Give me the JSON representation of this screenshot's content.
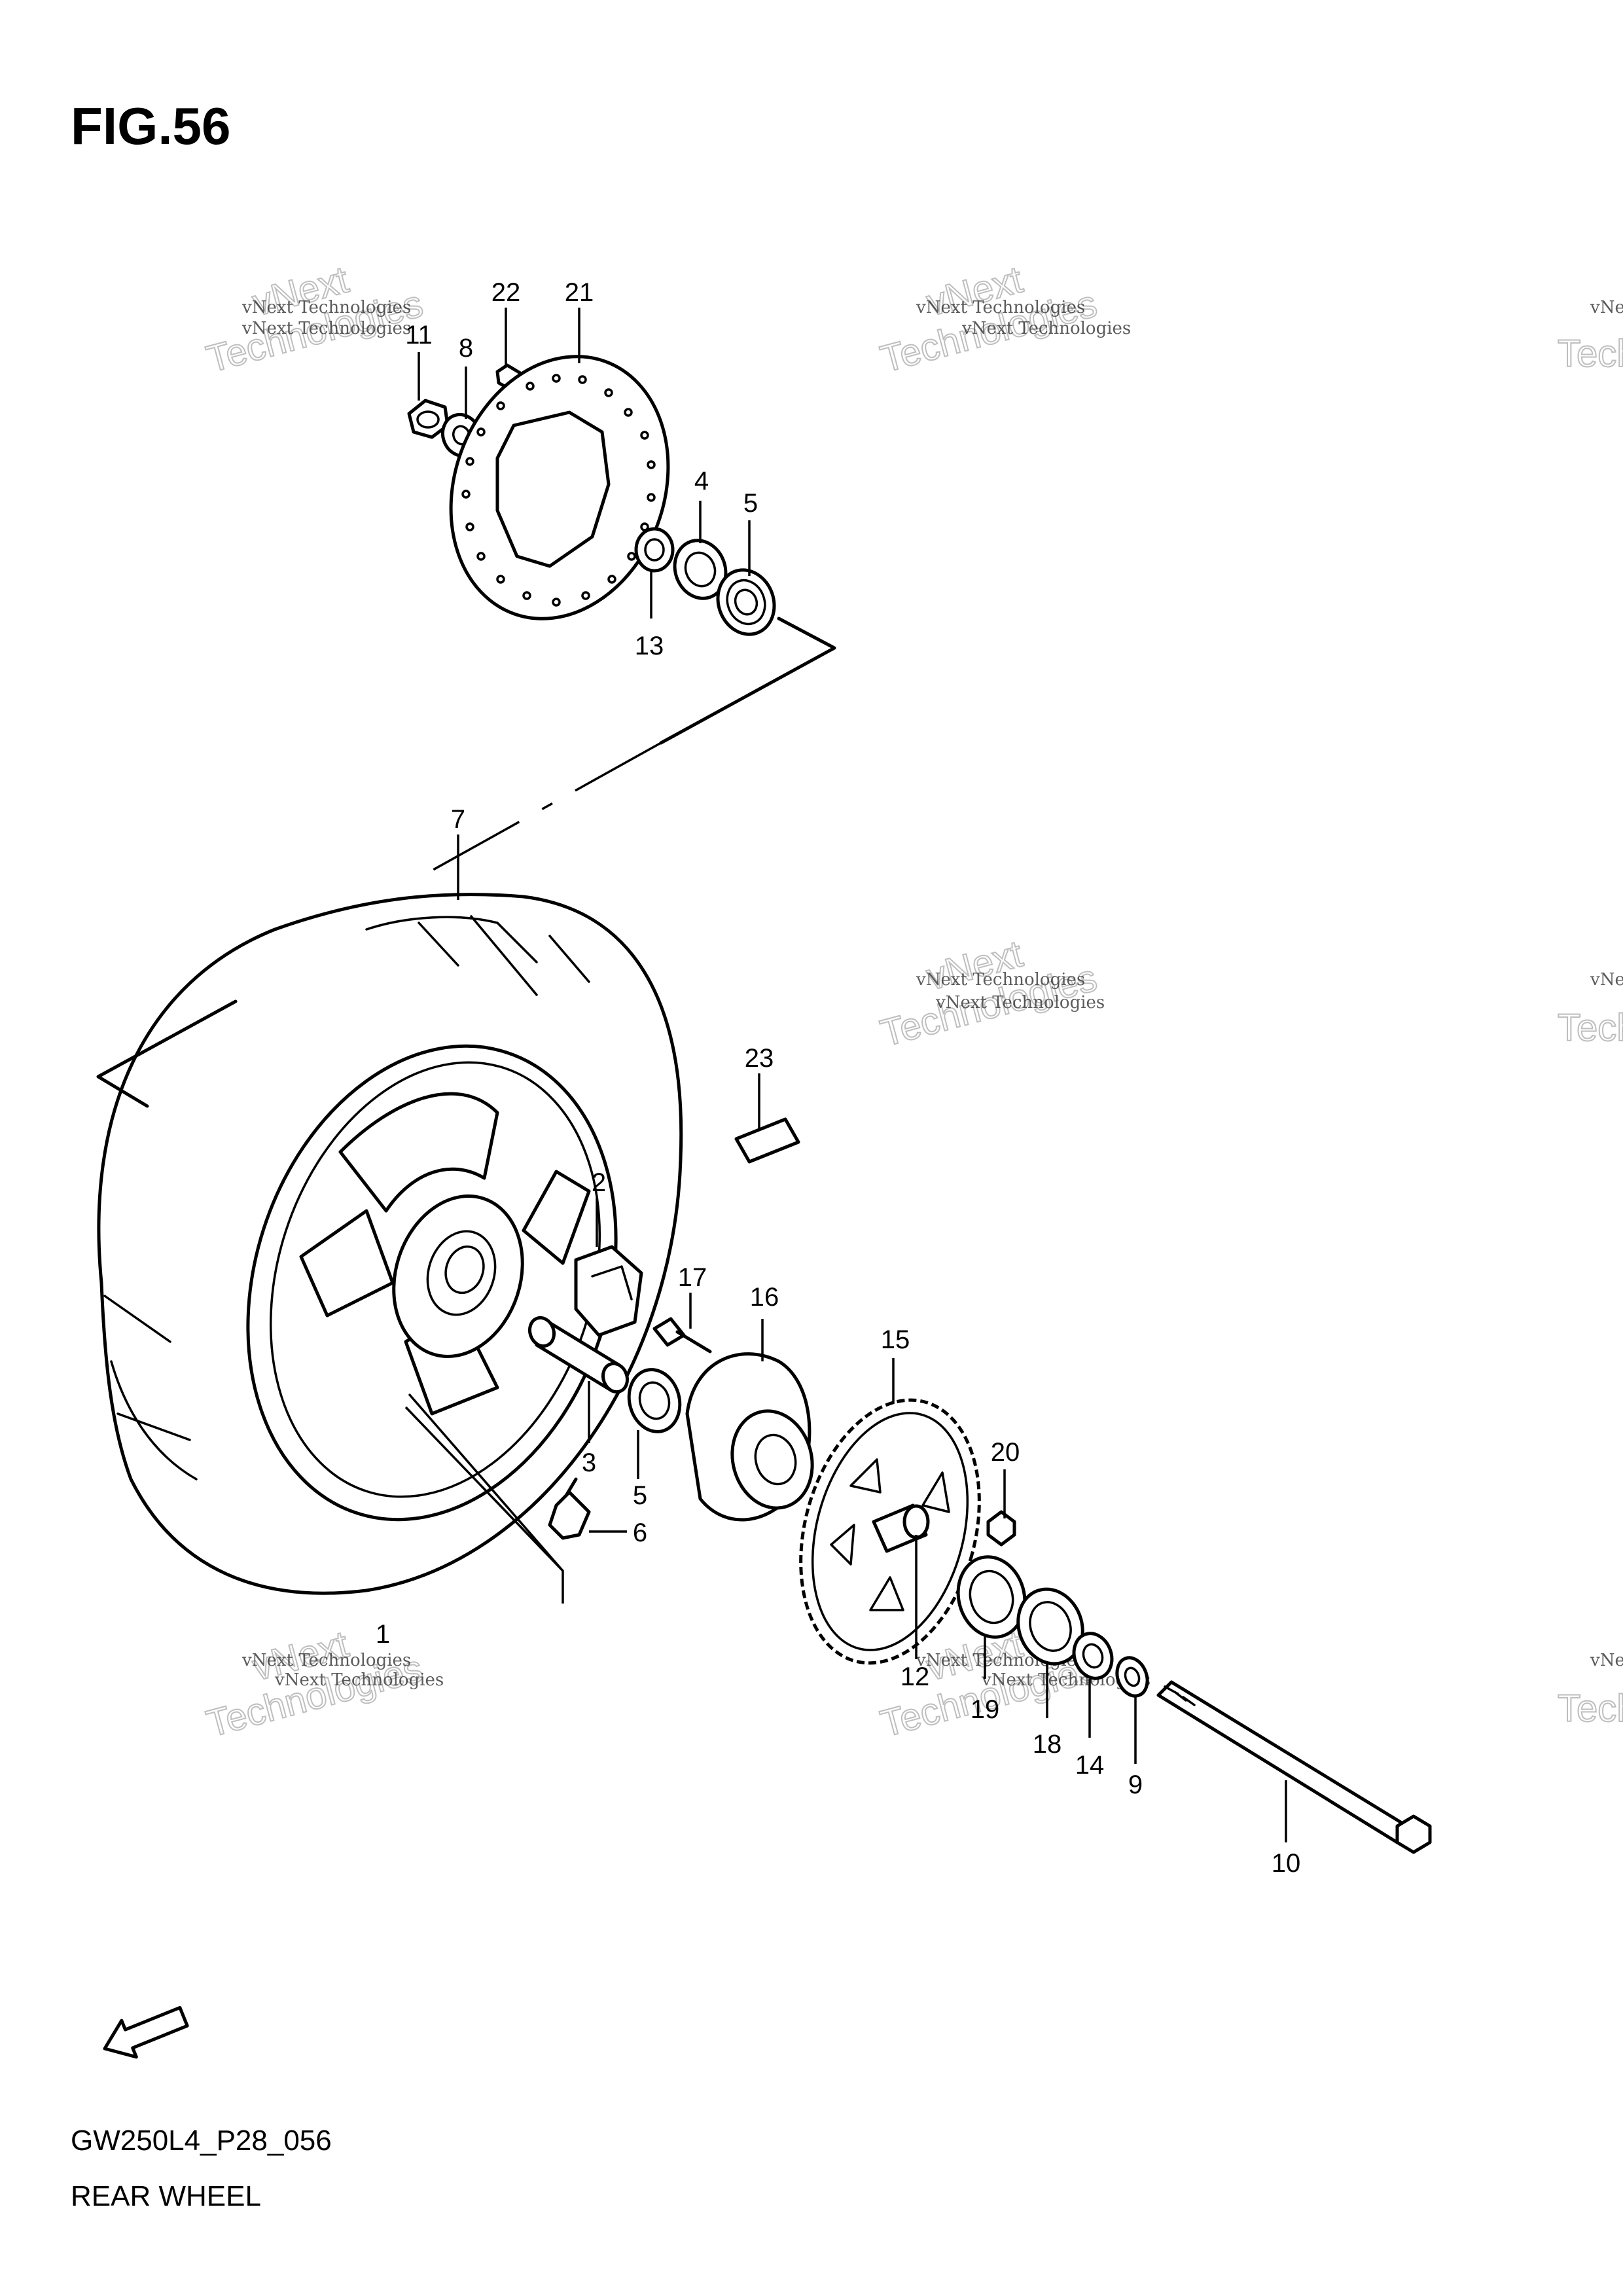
{
  "figure": {
    "title": "FIG.56",
    "code": "GW250L4_P28_056",
    "name": "REAR WHEEL",
    "fwd_label": "FWD"
  },
  "watermark": {
    "line1": "vNext Technologies",
    "line2": "vNext",
    "line3": "Technologies"
  },
  "callouts": {
    "c1": "1",
    "c2": "2",
    "c3": "3",
    "c4": "4",
    "c5a": "5",
    "c5b": "5",
    "c6": "6",
    "c7": "7",
    "c8": "8",
    "c9": "9",
    "c10": "10",
    "c11": "11",
    "c12": "12",
    "c13": "13",
    "c14": "14",
    "c15": "15",
    "c16": "16",
    "c17": "17",
    "c18": "18",
    "c19": "19",
    "c20": "20",
    "c21": "21",
    "c22": "22",
    "c23": "23"
  }
}
